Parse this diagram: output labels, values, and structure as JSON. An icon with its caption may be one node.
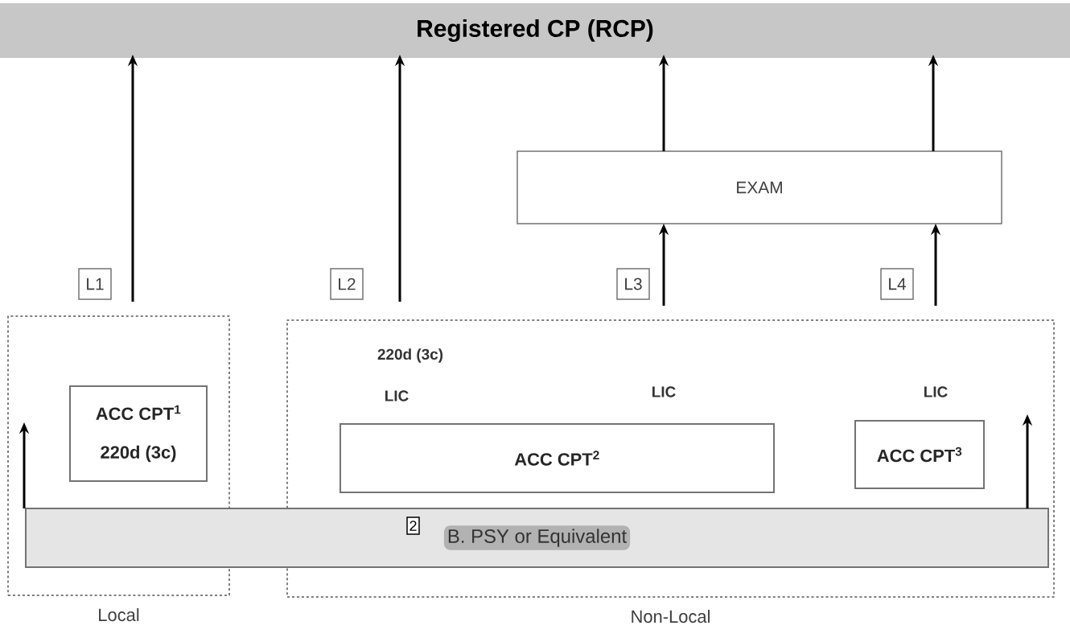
{
  "diagram": {
    "nodes": [
      {
        "text": [
          "Registered CP (RCP)"
        ]
      },
      {
        "text": [
          "Local"
        ]
      },
      {
        "text": [
          "Non-Local"
        ]
      },
      {
        "text": [
          "EXAM"
        ]
      },
      {
        "text": [
          "L1"
        ]
      },
      {
        "text": [
          "L2"
        ]
      },
      {
        "text": [
          "L3"
        ]
      },
      {
        "text": [
          "L4"
        ]
      },
      {
        "text": [
          "ACC CPT$^{1}$",
          "220d (3c)"
        ],
        "in": 1
      },
      {
        "text": [
          "ACC CPT$^{2}$"
        ],
        "in": 2
      },
      {
        "text": [
          "ACC CPT$^{3}$"
        ],
        "in": 2
      },
      {
        "text": [
          "B. PSY or Equivalent"
        ]
      },
      {
        "text": [
          "2"
        ]
      }
    ],
    "edges": [
      {
        "from": null,
        "to": 0,
        "arrow": "to"
      },
      {
        "from": null,
        "to": 0,
        "arrow": "to"
      },
      {
        "from": 3,
        "to": 0,
        "arrow": "to"
      },
      {
        "from": 3,
        "to": 0,
        "arrow": "to"
      },
      {
        "from": null,
        "to": 3,
        "arrow": "to"
      },
      {
        "from": null,
        "to": 3,
        "arrow": "to"
      },
      {
        "from": 11,
        "to": null,
        "arrow": "to"
      },
      {
        "from": 11,
        "to": null,
        "arrow": "to"
      }
    ],
    "labels": [
      "220d (3c)",
      "LIC",
      "LIC",
      "LIC"
    ]
  }
}
